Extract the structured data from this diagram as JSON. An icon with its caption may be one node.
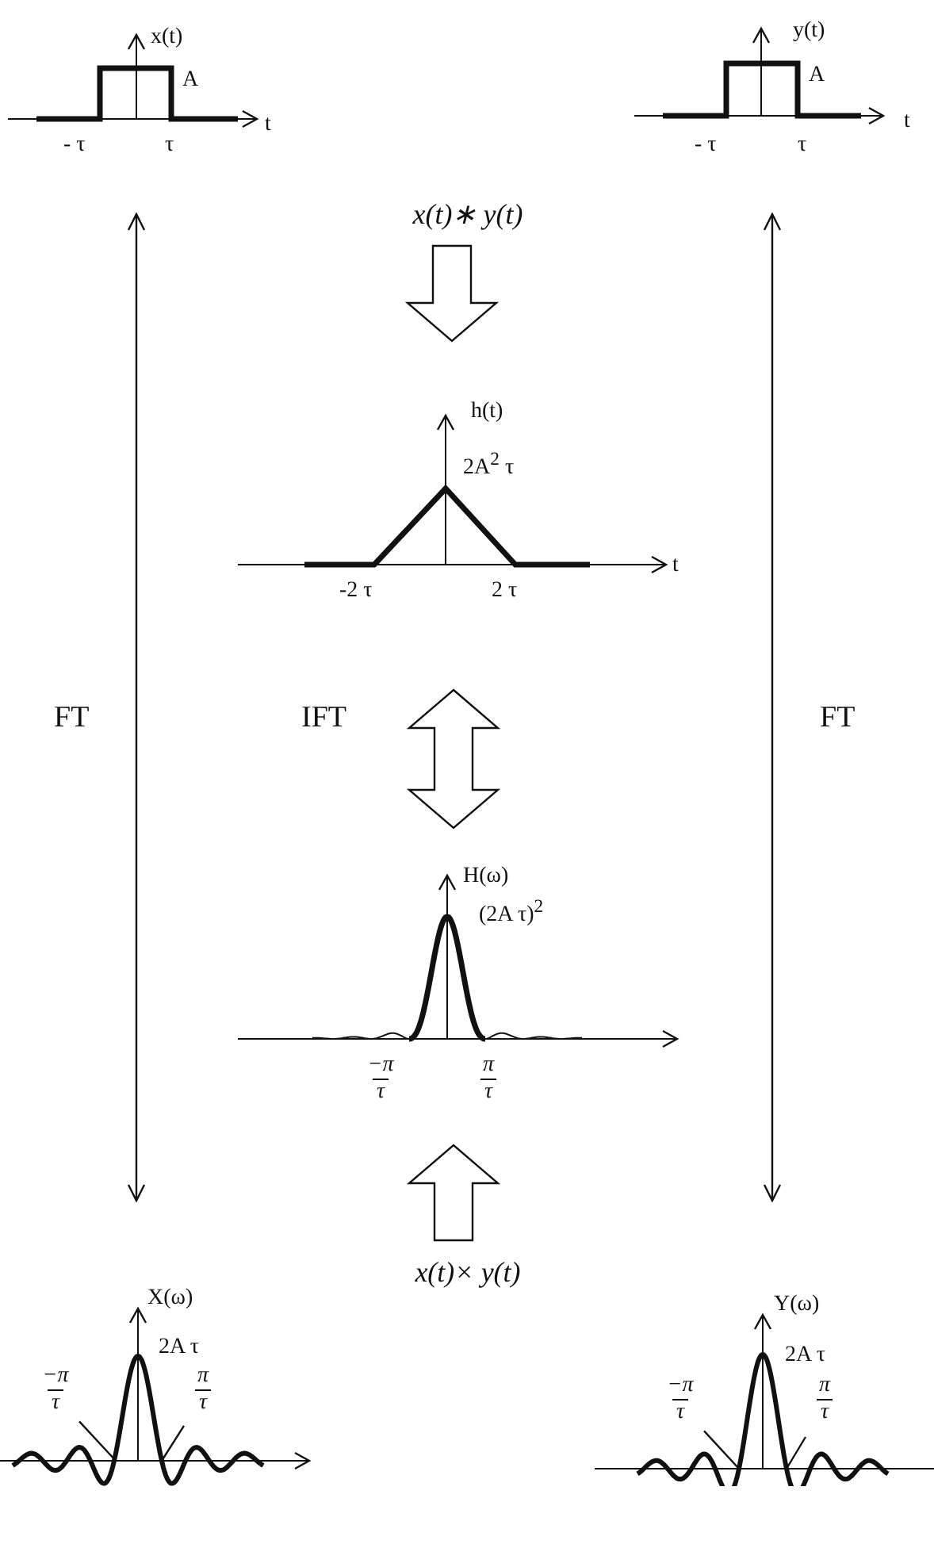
{
  "diagram": {
    "nodes": [
      {
        "text": [
          "x(t)",
          "A",
          "t",
          "- τ",
          "τ"
        ]
      },
      {
        "text": [
          "y(t)",
          "A",
          "t",
          "- τ",
          "τ"
        ]
      },
      {
        "text": [
          "x(t)∗ y(t)"
        ]
      },
      {
        "text": [
          "h(t)",
          "2A$^{2}$ τ",
          "t",
          "-2 τ",
          "2 τ"
        ]
      },
      {
        "text": [
          "H(ω)",
          "(2A τ)$^{2}$"
        ]
      },
      {
        "text": [
          "−π",
          "τ"
        ],
        "in": 4
      },
      {
        "text": [
          "π",
          "τ"
        ],
        "in": 4
      },
      {
        "text": [
          "x(t)× y(t)"
        ]
      },
      {
        "text": [
          "X(ω)",
          "2A τ"
        ]
      },
      {
        "text": [
          "−π",
          "τ"
        ],
        "in": 8
      },
      {
        "text": [
          "π",
          "τ"
        ],
        "in": 8
      },
      {
        "text": [
          "Y(ω)",
          "2A τ"
        ]
      },
      {
        "text": [
          "−π",
          "τ"
        ],
        "in": 11
      },
      {
        "text": [
          "π",
          "τ"
        ],
        "in": 11
      }
    ],
    "edges": [
      {
        "from": 0,
        "to": 8,
        "arrow": "both",
        "label": "FT"
      },
      {
        "from": 1,
        "to": 11,
        "arrow": "both",
        "label": "FT"
      },
      {
        "from": 2,
        "to": 3,
        "arrow": "to",
        "style": "thick"
      },
      {
        "from": 3,
        "to": 4,
        "arrow": "both",
        "style": "thick",
        "label": "IFT"
      },
      {
        "from": 7,
        "to": 4,
        "arrow": "to",
        "style": "thick"
      },
      {
        "from": 9,
        "to": null,
        "arrow": "none"
      },
      {
        "from": 10,
        "to": null,
        "arrow": "none"
      },
      {
        "from": 12,
        "to": null,
        "arrow": "none"
      },
      {
        "from": 13,
        "to": null,
        "arrow": "none"
      }
    ]
  }
}
